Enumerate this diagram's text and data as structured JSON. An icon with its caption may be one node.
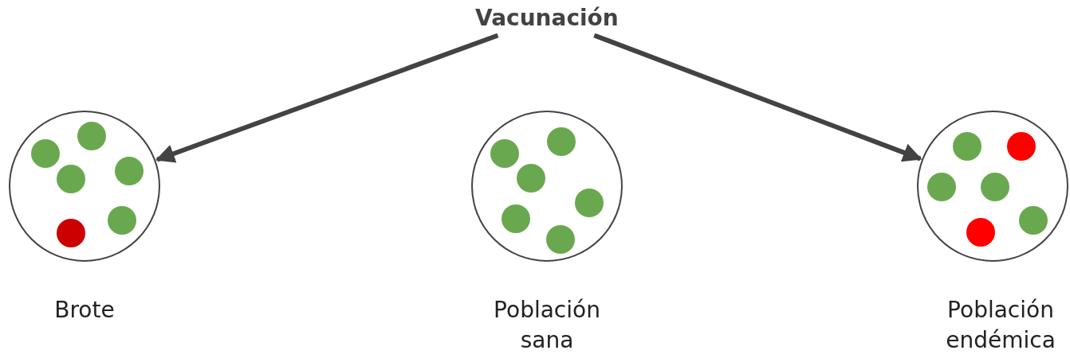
{
  "diagram": {
    "nodes": [
      {
        "text": [
          "Vacunación"
        ]
      },
      {
        "text": [],
        "shape": "circle",
        "beside": [
          "Brote"
        ]
      },
      {
        "text": [],
        "shape": "circle",
        "in": 1
      },
      {
        "text": [],
        "shape": "circle",
        "in": 1
      },
      {
        "text": [],
        "shape": "circle",
        "in": 1
      },
      {
        "text": [],
        "shape": "circle",
        "in": 1
      },
      {
        "text": [],
        "shape": "circle",
        "in": 1
      },
      {
        "text": [],
        "shape": "circle",
        "in": 1
      },
      {
        "text": [],
        "shape": "circle",
        "beside": [
          "Población sana"
        ]
      },
      {
        "text": [],
        "shape": "circle",
        "in": 8
      },
      {
        "text": [],
        "shape": "circle",
        "in": 8
      },
      {
        "text": [],
        "shape": "circle",
        "in": 8
      },
      {
        "text": [],
        "shape": "circle",
        "in": 8
      },
      {
        "text": [],
        "shape": "circle",
        "in": 8
      },
      {
        "text": [],
        "shape": "circle",
        "in": 8
      },
      {
        "text": [],
        "shape": "circle",
        "beside": [
          "Población endémica"
        ]
      },
      {
        "text": [],
        "shape": "circle",
        "in": 15
      },
      {
        "text": [],
        "shape": "circle",
        "in": 15
      },
      {
        "text": [],
        "shape": "circle",
        "in": 15
      },
      {
        "text": [],
        "shape": "circle",
        "in": 15
      },
      {
        "text": [],
        "shape": "circle",
        "in": 15
      },
      {
        "text": [],
        "shape": "circle",
        "in": 15
      }
    ],
    "edges": [
      {
        "from": 0,
        "to": 1,
        "arrow": "to"
      },
      {
        "from": 0,
        "to": 15,
        "arrow": "to"
      }
    ]
  }
}
